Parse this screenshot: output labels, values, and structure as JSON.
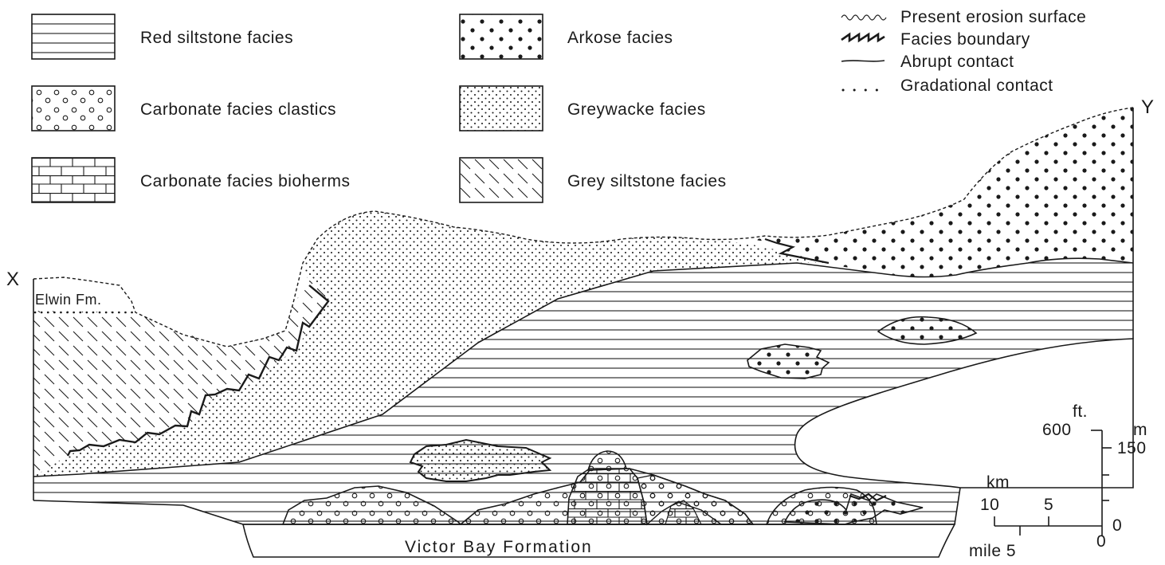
{
  "legend": {
    "red_siltstone": "Red siltstone facies",
    "carbonate_clastics": "Carbonate facies clastics",
    "carbonate_bioherms": "Carbonate facies bioherms",
    "arkose": "Arkose facies",
    "greywacke": "Greywacke facies",
    "grey_siltstone": "Grey siltstone facies"
  },
  "line_legend": {
    "erosion": "Present erosion surface",
    "facies_boundary": "Facies boundary",
    "abrupt": "Abrupt contact",
    "gradational": "Gradational contact"
  },
  "section": {
    "left_end": "X",
    "right_end": "Y",
    "elwin": "Elwin Fm.",
    "base": "Victor Bay Formation"
  },
  "scale": {
    "ft": "ft.",
    "ft_600": "600",
    "m": "m",
    "m_150": "150",
    "zero_v": "0",
    "km": "km",
    "km_10": "10",
    "km_5": "5",
    "zero_h": "0",
    "mile": "mile 5"
  }
}
